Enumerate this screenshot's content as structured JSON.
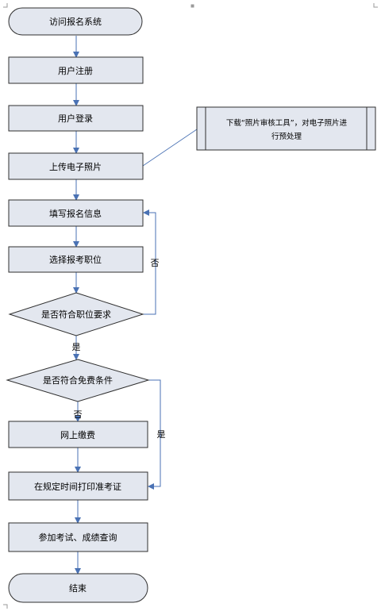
{
  "nodes": {
    "start": "访问报名系统",
    "register": "用户注册",
    "login": "用户登录",
    "upload": "上传电子照片",
    "fill_info": "填写报名信息",
    "select_position": "选择报考职位",
    "meets_requirements": "是否符合职位要求",
    "fee_waiver": "是否符合免费条件",
    "pay_online": "网上缴费",
    "print_ticket": "在规定时间打印准考证",
    "exam": "参加考试、成绩查询",
    "end": "结束"
  },
  "side_note": {
    "line1": "下载“照片审核工具”，对电子照片进",
    "line2": "行预处理"
  },
  "edge_labels": {
    "req_no": "否",
    "req_yes": "是",
    "fee_no": "否",
    "fee_yes": "是"
  },
  "colors": {
    "box_fill": "#e3e7ef",
    "box_stroke": "#2f2f2f",
    "arrow": "#4a72b4"
  }
}
